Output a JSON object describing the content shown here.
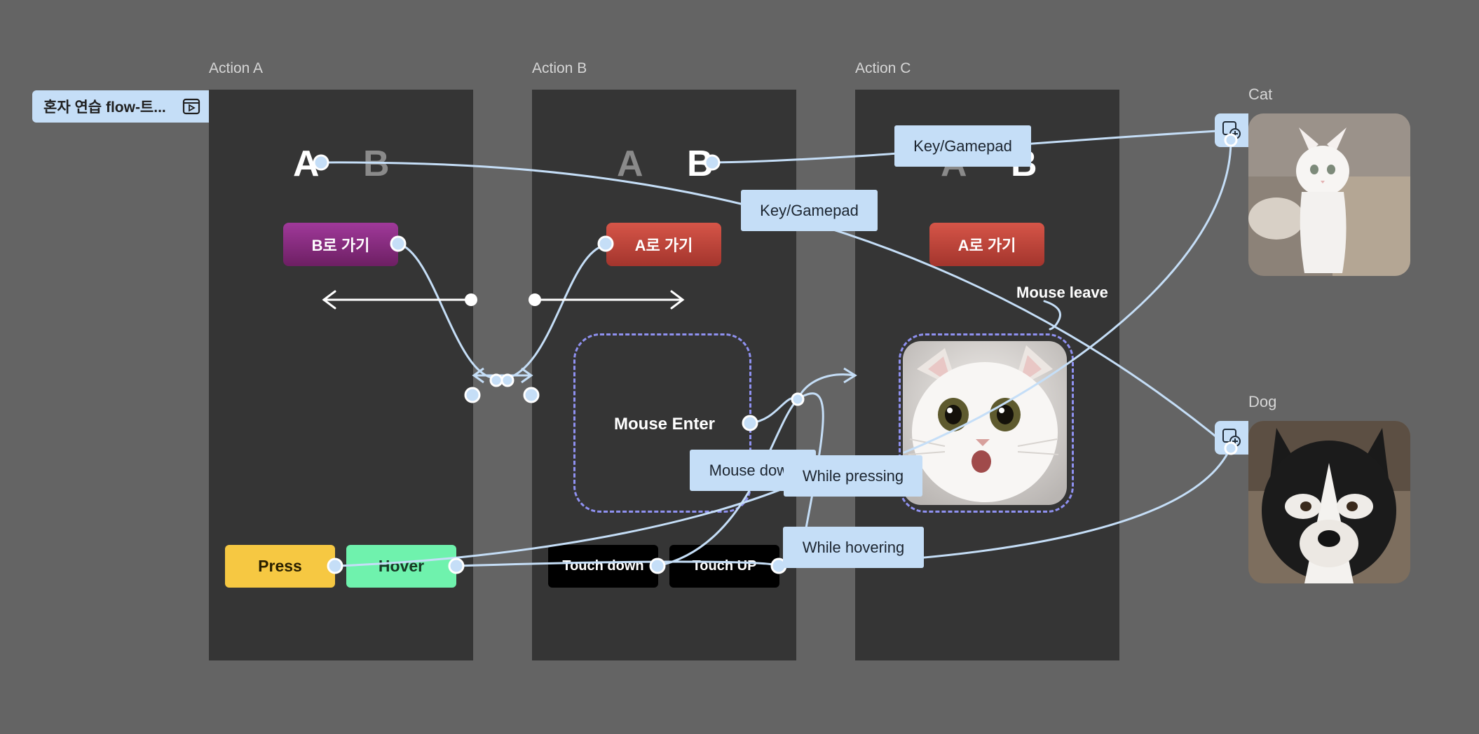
{
  "frames": {
    "a_label": "Action A",
    "b_label": "Action B",
    "c_label": "Action C"
  },
  "flow_chip": {
    "label": "혼자 연습 flow-트...",
    "icon": "play-box-icon"
  },
  "frame_a": {
    "letter_active": "A",
    "letter_inactive": "B",
    "button": "B로 가기"
  },
  "frame_b": {
    "letter_inactive": "A",
    "letter_active": "B",
    "button": "A로 가기",
    "hotspot_label": "Mouse Enter"
  },
  "frame_c": {
    "letter_inactive": "A",
    "letter_active": "B",
    "button": "A로 가기",
    "hotspot_label": "Mouse leave"
  },
  "bottom_buttons": {
    "press": "Press",
    "hover": "Hover",
    "touch_down": "Touch down",
    "touch_up": "Touch UP"
  },
  "triggers": {
    "key_gamepad_1": "Key/Gamepad",
    "key_gamepad_2": "Key/Gamepad",
    "mouse_down": "Mouse down",
    "while_pressing": "While pressing",
    "while_hovering": "While hovering"
  },
  "overlays": {
    "cat_label": "Cat",
    "dog_label": "Dog",
    "overlay_icon": "overlay-add-icon"
  },
  "colors": {
    "canvas": "#646464",
    "frame": "#353535",
    "connector": "#c5def7",
    "hotspot_border": "#8f91f1",
    "press": "#f6c842",
    "hover": "#6ff2ad"
  }
}
